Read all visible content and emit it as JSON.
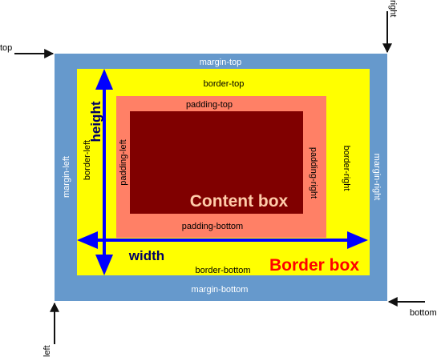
{
  "colors": {
    "margin": "#6699CC",
    "border": "#FFFF00",
    "padding": "#FF8066",
    "content": "#800000",
    "arrow_blue": "#0000FF",
    "label_dark": "#000000",
    "label_light": "#FFFFFF",
    "content_label": "#FFCCAA",
    "border_box_label": "#FF0000",
    "dimension_label": "#000066"
  },
  "labels": {
    "margin_top": "margin-top",
    "margin_bottom": "margin-bottom",
    "margin_left": "margin-left",
    "margin_right": "margin-right",
    "border_top": "border-top",
    "border_bottom": "border-bottom",
    "border_left": "border-left",
    "border_right": "border-right",
    "padding_top": "padding-top",
    "padding_bottom": "padding-bottom",
    "padding_left": "padding-left",
    "padding_right": "padding-right",
    "content_box": "Content box",
    "border_box": "Border box",
    "width": "width",
    "height": "height"
  },
  "pointers": {
    "top": "top",
    "bottom": "bottom",
    "left": "left",
    "right": "right"
  }
}
